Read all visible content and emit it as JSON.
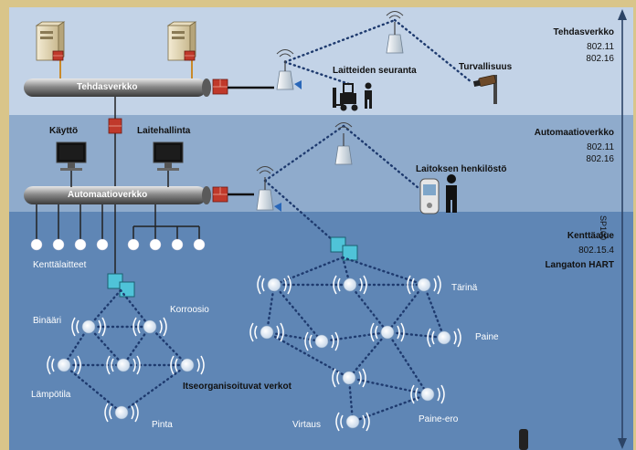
{
  "zones": {
    "factory": {
      "title": "Tehdasverkko",
      "std1": "802.11",
      "std2": "802.16"
    },
    "automation": {
      "title": "Automaatioverkko",
      "std1": "802.11",
      "std2": "802.16"
    },
    "field": {
      "title": "Kenttäalue",
      "std1": "802.15.4",
      "std2": "Langaton HART"
    }
  },
  "buses": {
    "factory": "Tehdasverkko",
    "automation": "Automaatioverkko"
  },
  "labels": {
    "device_monitoring": "Laitteiden seuranta",
    "security": "Turvallisuus",
    "operation": "Käyttö",
    "device_management": "Laitehallinta",
    "plant_staff": "Laitoksen henkilöstö",
    "field_devices": "Kenttälaitteet",
    "binary": "Binääri",
    "corrosion": "Korroosio",
    "temperature": "Lämpötila",
    "level": "Pinta",
    "self_org": "Itseorganisoituvat verkot",
    "vibration": "Tärinä",
    "pressure": "Paine",
    "flow": "Virtaus",
    "diff_pressure": "Paine-ero"
  },
  "side_label": "SP100"
}
